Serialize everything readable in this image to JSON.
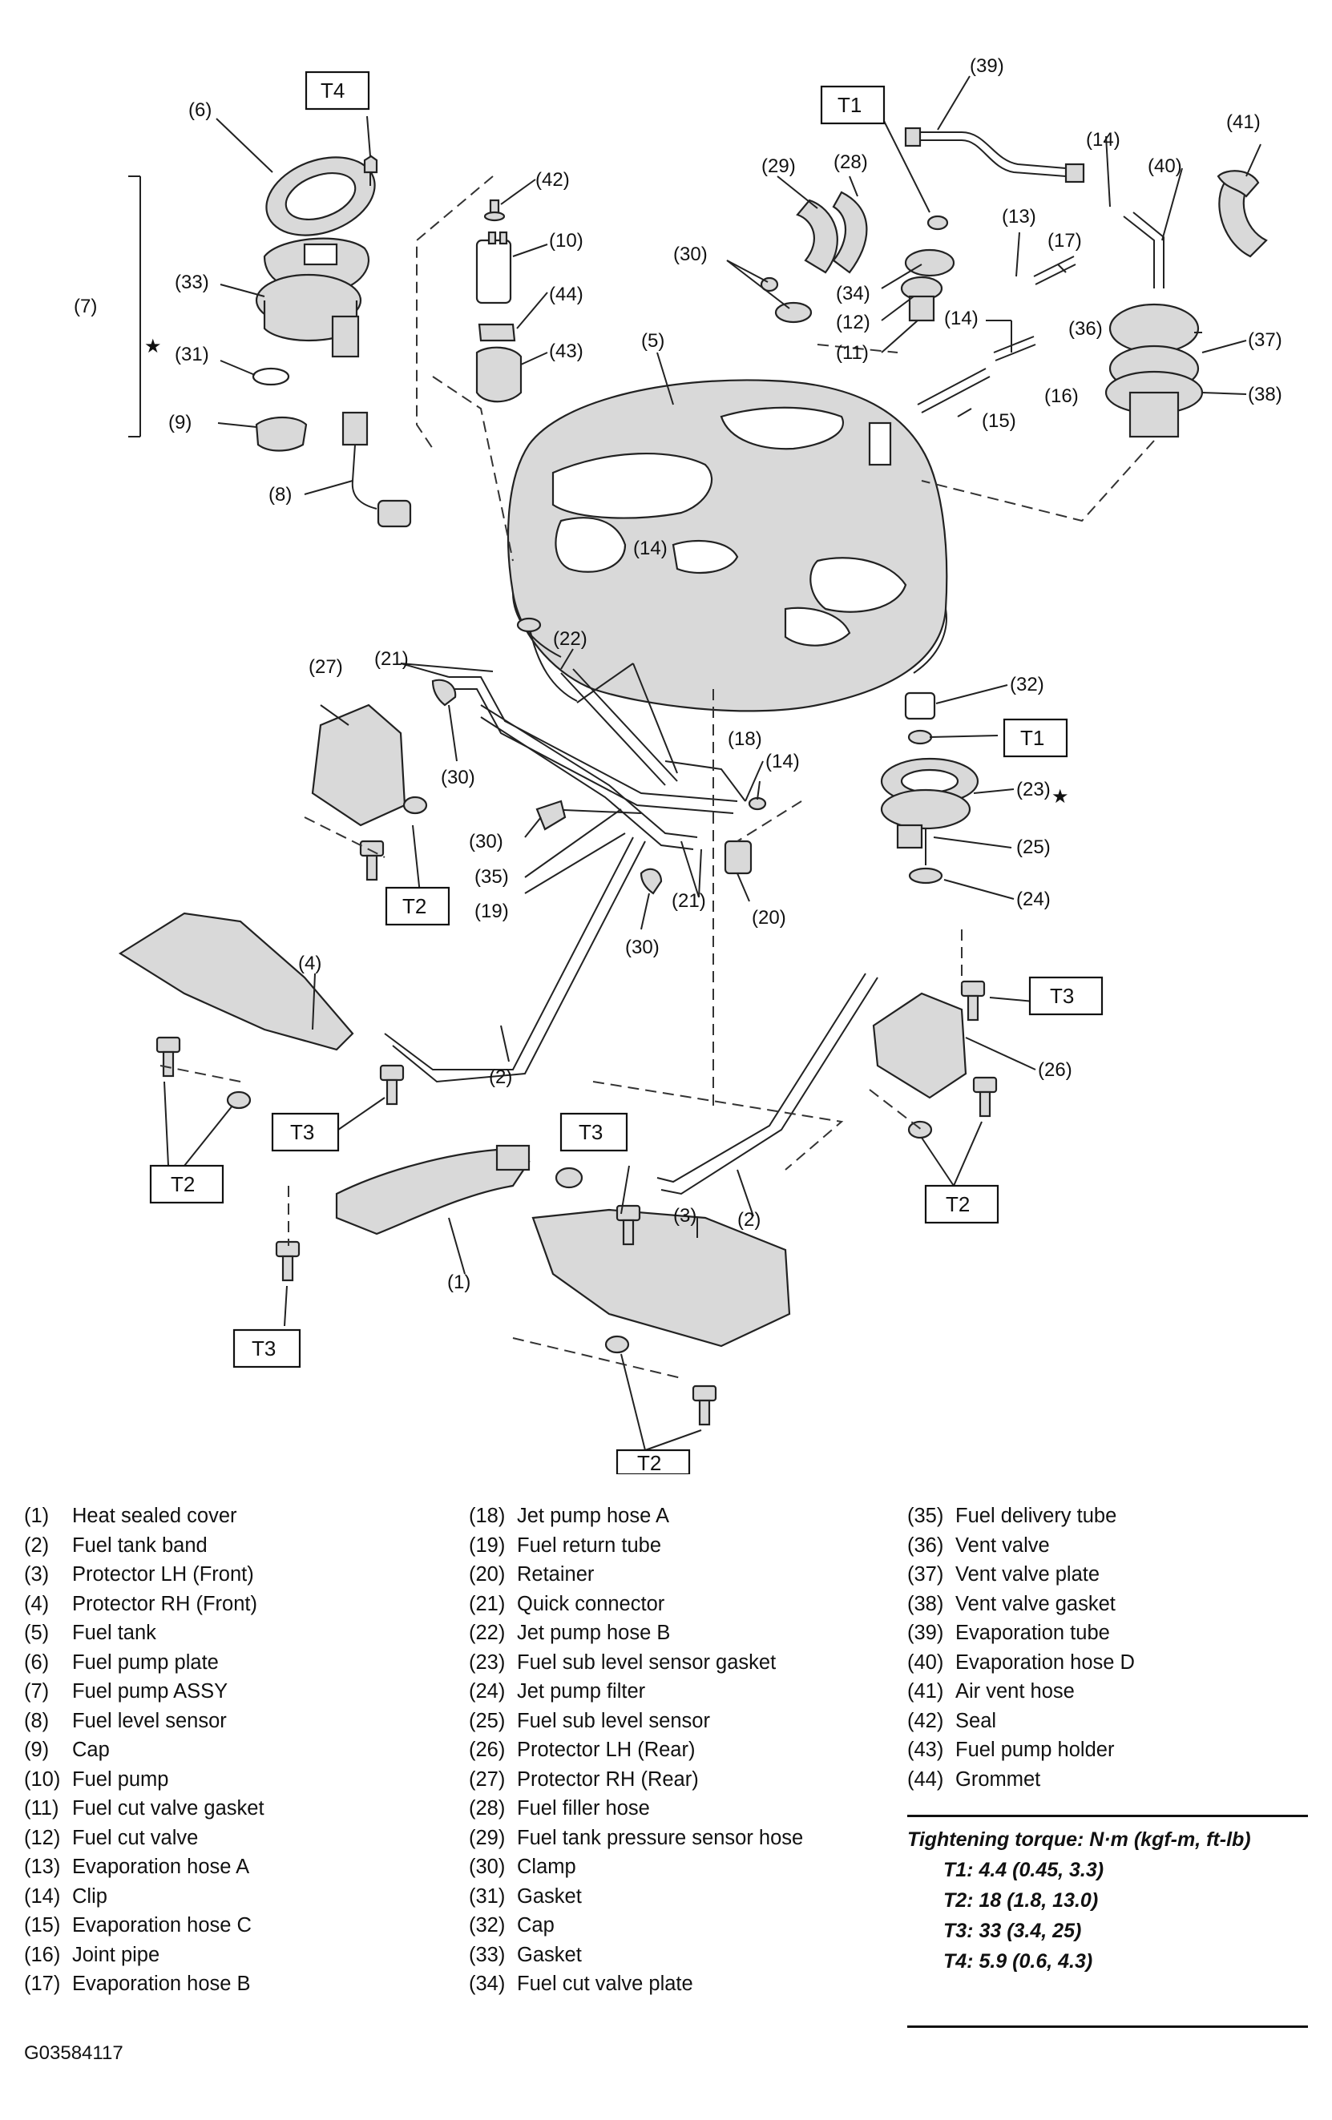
{
  "diagram": {
    "callouts": [
      "(1)",
      "(2)",
      "(2)",
      "(3)",
      "(4)",
      "(5)",
      "(6)",
      "(7)",
      "(8)",
      "(9)",
      "(10)",
      "(11)",
      "(12)",
      "(13)",
      "(14)",
      "(14)",
      "(14)",
      "(14)",
      "(15)",
      "(16)",
      "(17)",
      "(18)",
      "(19)",
      "(20)",
      "(21)",
      "(21)",
      "(22)",
      "(23)",
      "(24)",
      "(25)",
      "(26)",
      "(27)",
      "(28)",
      "(29)",
      "(30)",
      "(30)",
      "(30)",
      "(30)",
      "(31)",
      "(32)",
      "(33)",
      "(34)",
      "(35)",
      "(36)",
      "(37)",
      "(38)",
      "(39)",
      "(40)",
      "(41)",
      "(42)",
      "(43)",
      "(44)"
    ],
    "torque_boxes": [
      "T4",
      "T1",
      "T1",
      "T2",
      "T2",
      "T2",
      "T2",
      "T3",
      "T3",
      "T3",
      "T3"
    ]
  },
  "legend": {
    "col1": [
      {
        "num": "(1)",
        "text": "Heat sealed cover"
      },
      {
        "num": "(2)",
        "text": "Fuel tank band"
      },
      {
        "num": "(3)",
        "text": "Protector LH (Front)"
      },
      {
        "num": "(4)",
        "text": "Protector RH (Front)"
      },
      {
        "num": "(5)",
        "text": "Fuel tank"
      },
      {
        "num": "(6)",
        "text": "Fuel pump plate"
      },
      {
        "num": "(7)",
        "text": "Fuel pump ASSY"
      },
      {
        "num": "(8)",
        "text": "Fuel level sensor"
      },
      {
        "num": "(9)",
        "text": "Cap"
      },
      {
        "num": "(10)",
        "text": "Fuel pump"
      },
      {
        "num": "(11)",
        "text": "Fuel cut valve gasket"
      },
      {
        "num": "(12)",
        "text": "Fuel cut valve"
      },
      {
        "num": "(13)",
        "text": "Evaporation hose A"
      },
      {
        "num": "(14)",
        "text": "Clip"
      },
      {
        "num": "(15)",
        "text": "Evaporation hose C"
      },
      {
        "num": "(16)",
        "text": "Joint pipe"
      },
      {
        "num": "(17)",
        "text": "Evaporation hose B"
      }
    ],
    "col2": [
      {
        "num": "(18)",
        "text": "Jet pump hose A"
      },
      {
        "num": "(19)",
        "text": "Fuel return tube"
      },
      {
        "num": "(20)",
        "text": "Retainer"
      },
      {
        "num": "(21)",
        "text": "Quick connector"
      },
      {
        "num": "(22)",
        "text": "Jet pump hose B"
      },
      {
        "num": "(23)",
        "text": "Fuel sub level sensor gasket"
      },
      {
        "num": "(24)",
        "text": "Jet pump filter"
      },
      {
        "num": "(25)",
        "text": "Fuel sub level sensor"
      },
      {
        "num": "(26)",
        "text": "Protector LH (Rear)"
      },
      {
        "num": "(27)",
        "text": "Protector RH (Rear)"
      },
      {
        "num": "(28)",
        "text": "Fuel filler hose"
      },
      {
        "num": "(29)",
        "text": "Fuel tank pressure sensor hose"
      },
      {
        "num": "(30)",
        "text": "Clamp"
      },
      {
        "num": "(31)",
        "text": "Gasket"
      },
      {
        "num": "(32)",
        "text": "Cap"
      },
      {
        "num": "(33)",
        "text": "Gasket"
      },
      {
        "num": "(34)",
        "text": "Fuel cut valve plate"
      }
    ],
    "col3": [
      {
        "num": "(35)",
        "text": "Fuel delivery tube"
      },
      {
        "num": "(36)",
        "text": "Vent valve"
      },
      {
        "num": "(37)",
        "text": "Vent valve plate"
      },
      {
        "num": "(38)",
        "text": "Vent valve gasket"
      },
      {
        "num": "(39)",
        "text": "Evaporation tube"
      },
      {
        "num": "(40)",
        "text": "Evaporation hose D"
      },
      {
        "num": "(41)",
        "text": "Air vent hose"
      },
      {
        "num": "(42)",
        "text": "Seal"
      },
      {
        "num": "(43)",
        "text": "Fuel pump holder"
      },
      {
        "num": "(44)",
        "text": "Grommet"
      }
    ]
  },
  "torque": {
    "heading": "Tightening torque: N·m (kgf-m, ft-lb)",
    "t1": "T1: 4.4 (0.45, 3.3)",
    "t2": "T2: 18 (1.8, 13.0)",
    "t3": "T3: 33 (3.4, 25)",
    "t4": "T4: 5.9 (0.6, 4.3)"
  },
  "figure_code": "G03584117"
}
